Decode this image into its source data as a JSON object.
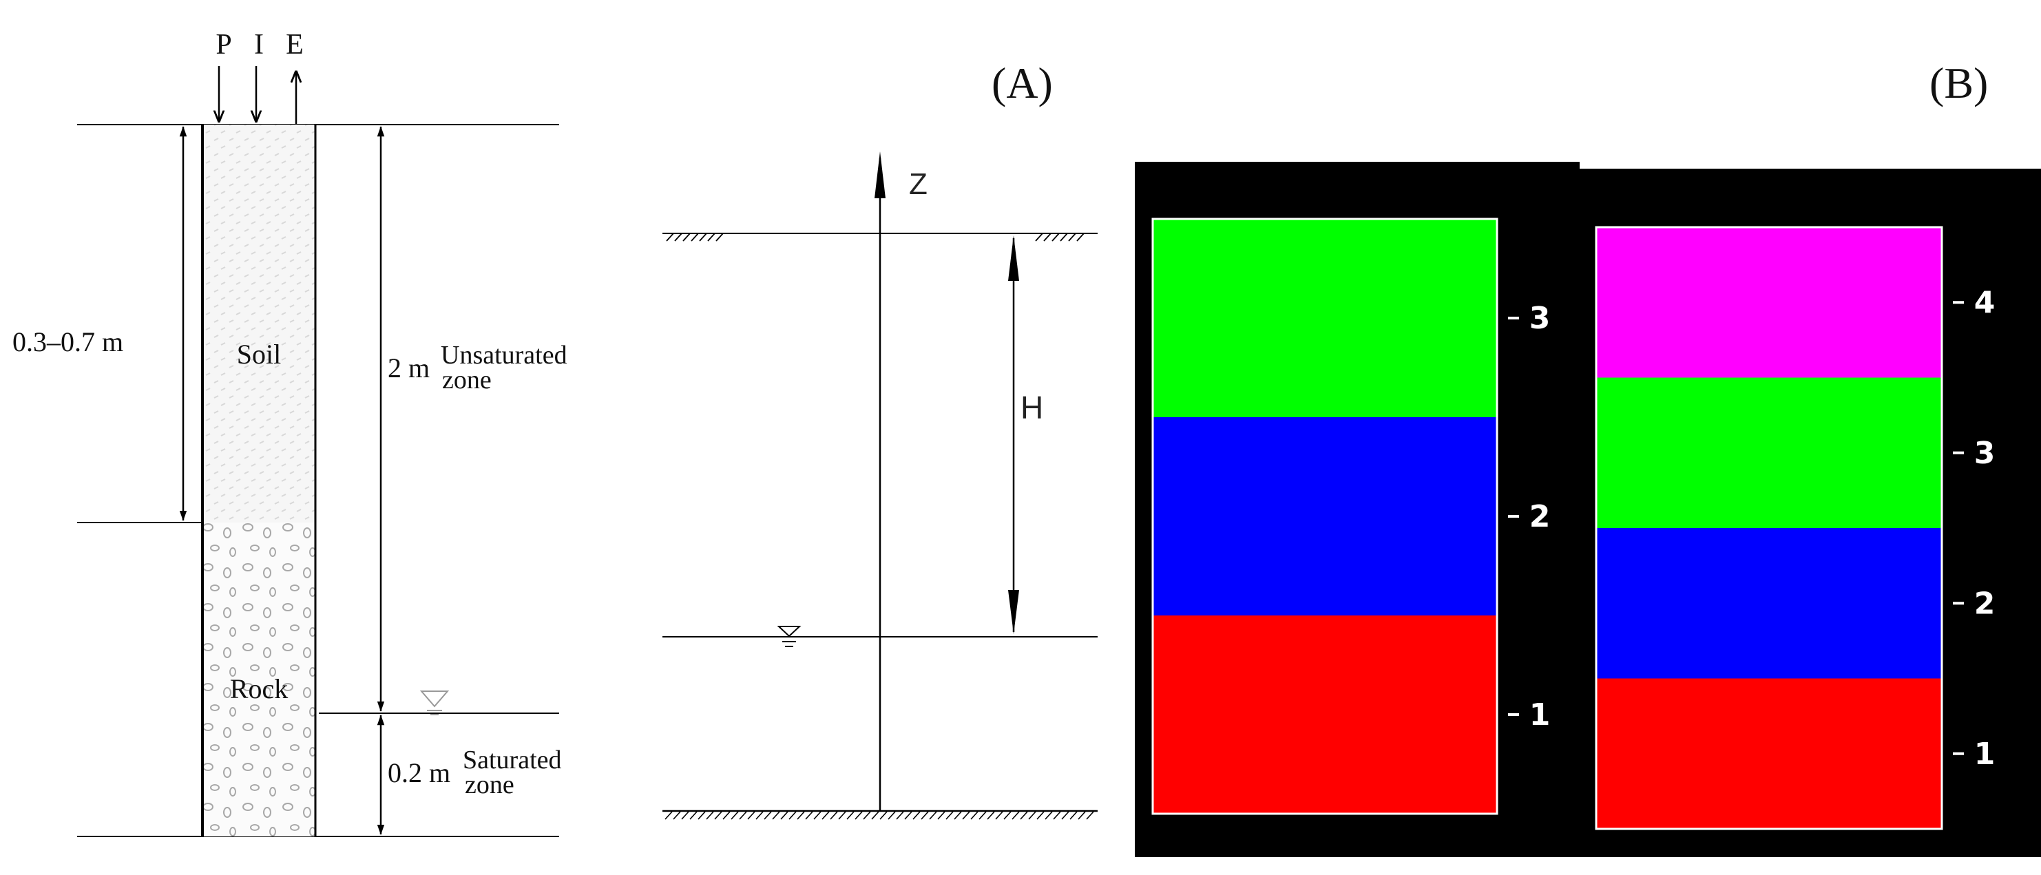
{
  "column": {
    "flux_labels": [
      "P",
      "I",
      "E"
    ],
    "soil_depth_label": "0.3–0.7 m",
    "soil_label": "Soil",
    "rock_label": "Rock",
    "unsat_depth": "2 m",
    "unsat_label": "Unsaturated",
    "zone_word": "zone",
    "sat_depth": "0.2 m",
    "sat_label": "Saturated"
  },
  "panel_a": {
    "label": "(A)",
    "z_label": "Z",
    "h_label": "H"
  },
  "panel_b": {
    "label": "(B)",
    "left_layers": [
      {
        "id": "3",
        "color": "#00ff00"
      },
      {
        "id": "2",
        "color": "#0000ff"
      },
      {
        "id": "1",
        "color": "#ff0000"
      }
    ],
    "right_layers": [
      {
        "id": "4",
        "color": "#ff00ff"
      },
      {
        "id": "3",
        "color": "#00ff00"
      },
      {
        "id": "2",
        "color": "#0000ff"
      },
      {
        "id": "1",
        "color": "#ff0000"
      }
    ]
  }
}
